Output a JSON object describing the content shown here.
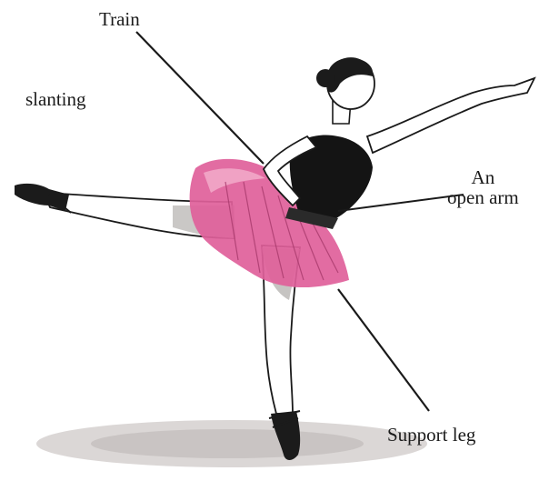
{
  "labels": {
    "train": "Train",
    "slanting": "slanting",
    "open_arm_line1": "An",
    "open_arm_line2": "open arm",
    "support_leg": "Support leg"
  },
  "colors": {
    "tutu": "#e0609a",
    "tutu_light": "#f2a8c8",
    "bodice": "#141414",
    "shadow": "#c9c4c2",
    "skin_line": "#1a1a1a",
    "leg_shade": "#b5b2b0"
  }
}
